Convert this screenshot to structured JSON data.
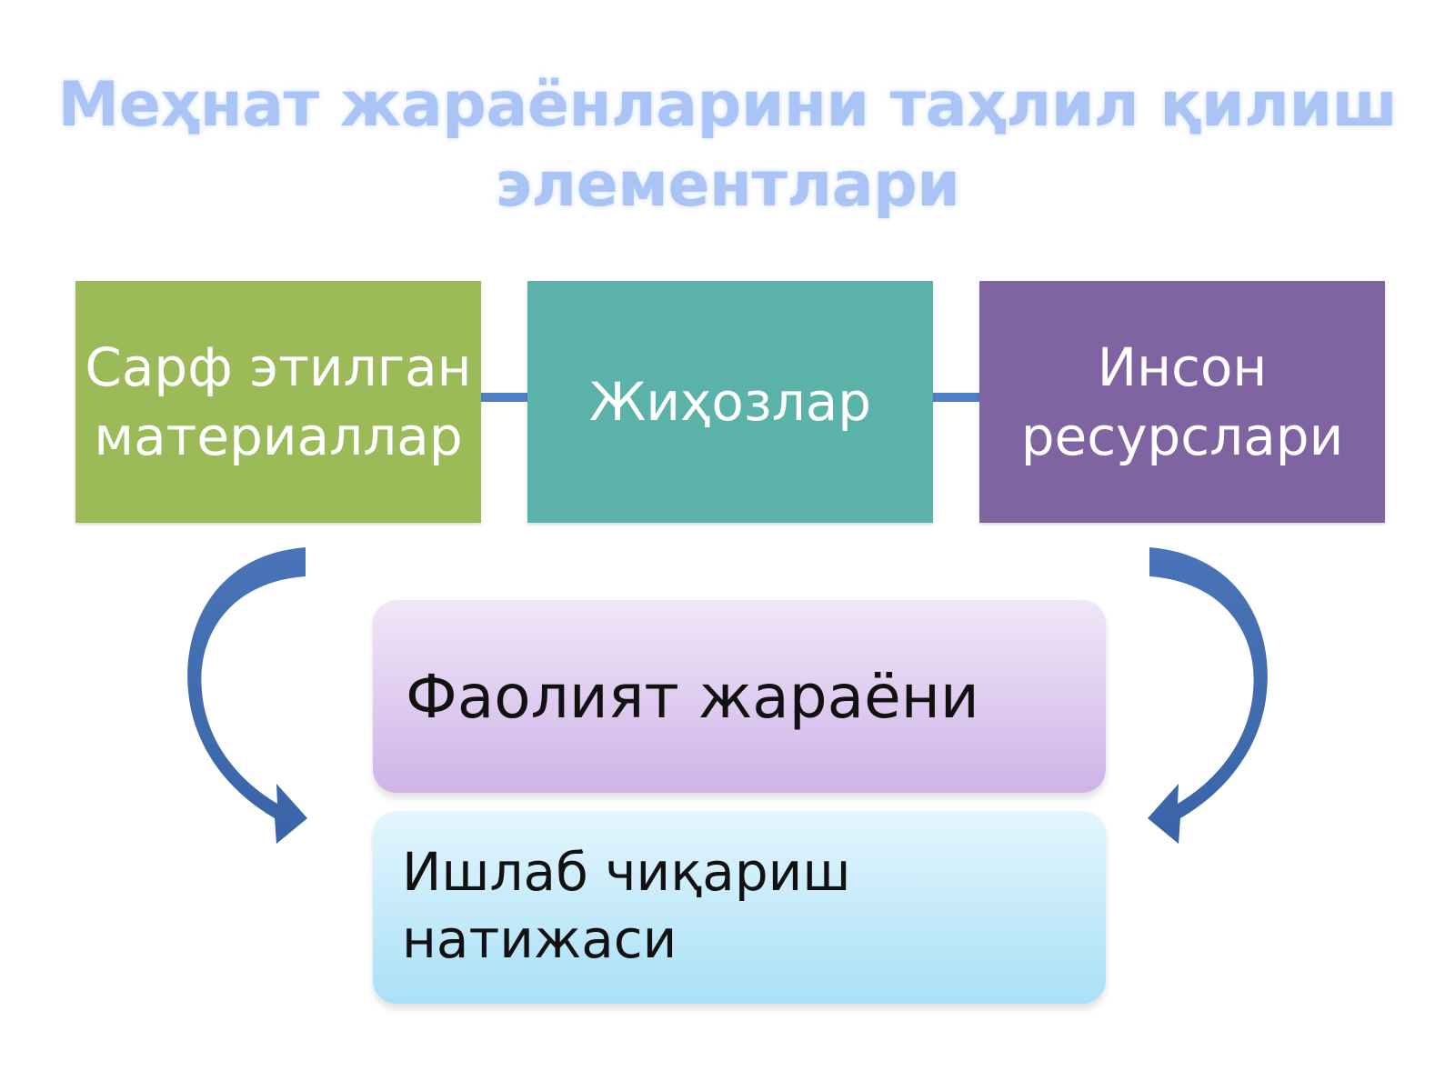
{
  "title": {
    "line1": "Меҳнат жараёнларини таҳлил қилиш",
    "line2": "элементлари"
  },
  "boxes": [
    {
      "line1": "Сарф этилган",
      "line2": "материаллар",
      "color": "#9bbb59"
    },
    {
      "line1": "Жиҳозлар",
      "line2": "",
      "color": "#5bb2a8"
    },
    {
      "line1": "Инсон",
      "line2": "ресурслари",
      "color": "#8064a2"
    }
  ],
  "process": {
    "label": "Фаолият жараёни"
  },
  "result": {
    "line1": "Ишлаб чиқариш",
    "line2": "натижаси"
  },
  "colors": {
    "title": "#a9c4f5",
    "connector": "#4f7fc4",
    "arrow": "#3f6bb0"
  }
}
